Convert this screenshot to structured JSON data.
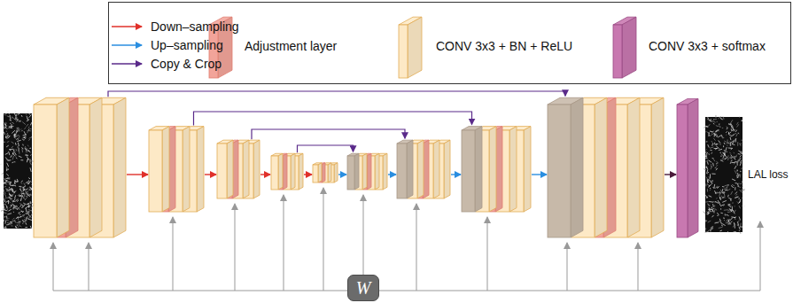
{
  "diagram": {
    "nodes": [
      {
        "text": [
          "W"
        ]
      }
    ],
    "labels": [
      "LAL loss"
    ],
    "legend": [
      {
        "text": "Down–sampling"
      },
      {
        "text": "Up–sampling"
      },
      {
        "text": "Copy & Crop"
      },
      {
        "text": "Adjustment layer",
        "color": "#f2a49a"
      },
      {
        "text": "CONV 3x3 + BN + ReLU",
        "color": "#fde9c6"
      },
      {
        "text": "CONV 3x3 + softmax",
        "color": "#c878b0"
      }
    ]
  }
}
